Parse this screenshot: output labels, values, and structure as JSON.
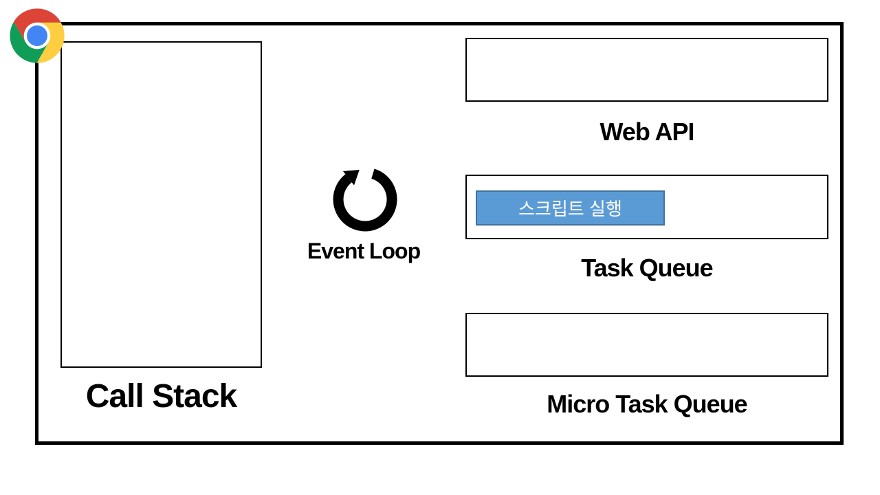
{
  "diagram": {
    "title_context": "JavaScript Event Loop diagram",
    "call_stack": {
      "label": "Call Stack"
    },
    "event_loop": {
      "label": "Event Loop",
      "icon": "cycle-arrow-icon"
    },
    "web_api": {
      "label": "Web API",
      "items": []
    },
    "task_queue": {
      "label": "Task Queue",
      "items": [
        {
          "label": "스크립트 실행"
        }
      ]
    },
    "micro_task_queue": {
      "label": "Micro Task Queue",
      "items": []
    },
    "icons": {
      "browser": "chrome-logo-icon"
    },
    "colors": {
      "outline": "#000000",
      "task_item_fill": "#5B9BD5",
      "task_item_border": "#41719C",
      "task_item_text": "#FFFFFF",
      "chrome_red": "#DB4437",
      "chrome_yellow": "#FFCD40",
      "chrome_green": "#0F9D58",
      "chrome_blue": "#4285F4",
      "chrome_ring": "#F1F1F1"
    }
  }
}
